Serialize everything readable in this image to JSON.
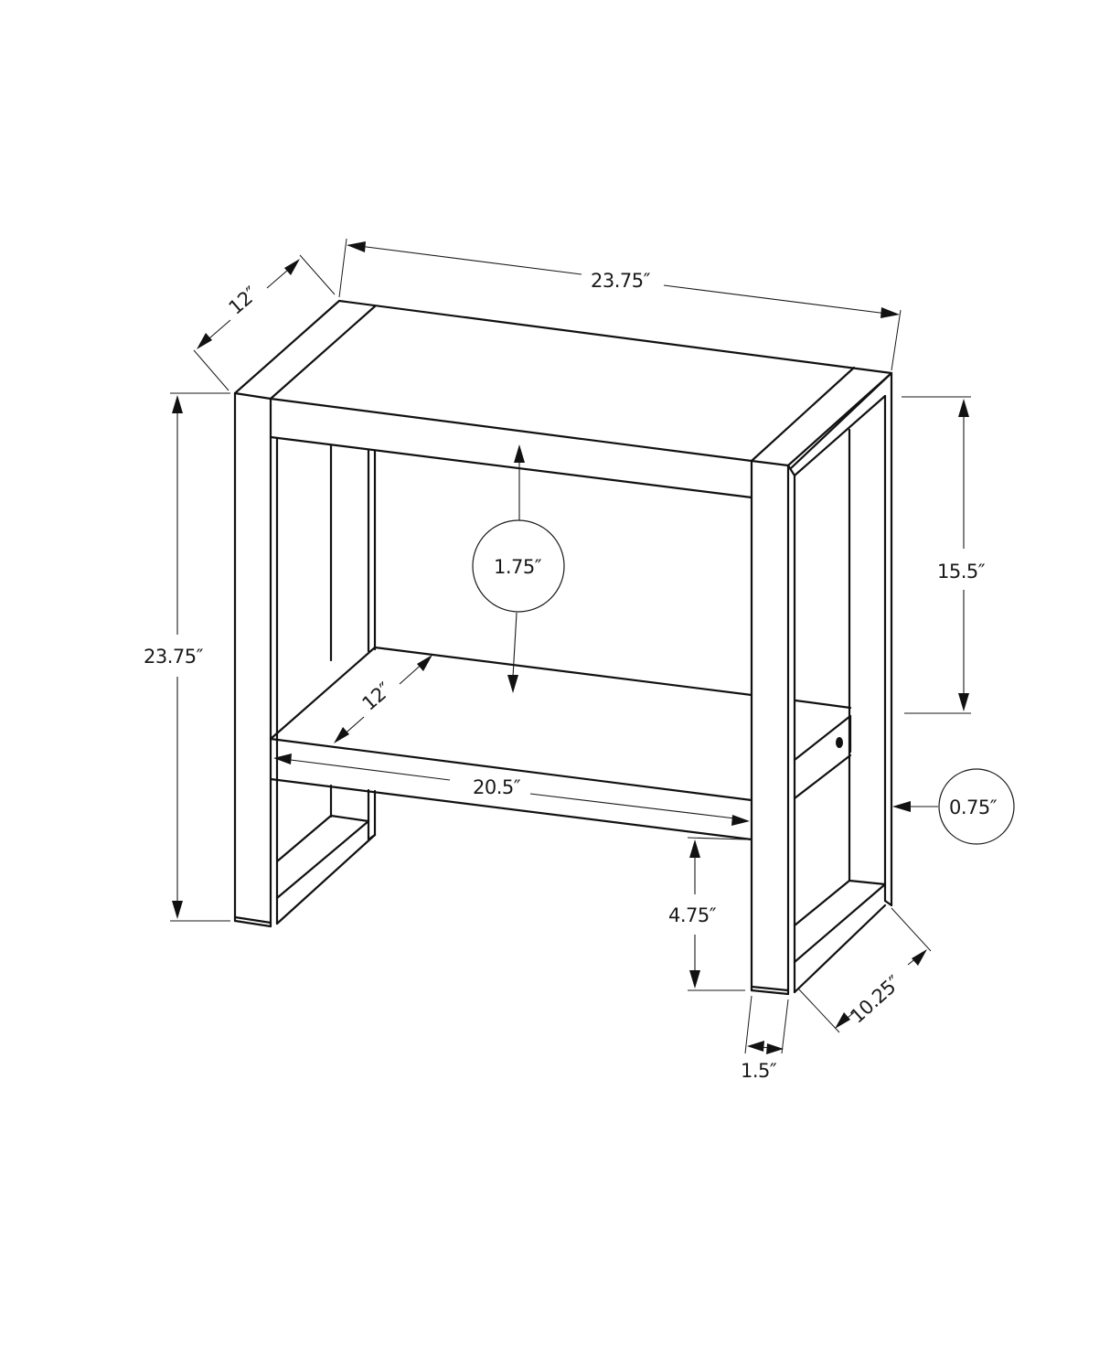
{
  "diagram": {
    "subject": "End table dimension drawing",
    "colors": {
      "line": "#111111",
      "background": "#ffffff"
    },
    "dimensions": {
      "overall_width": "23.75″",
      "overall_depth": "12″",
      "overall_height": "23.75″",
      "top_thickness": "1.75″",
      "shelf_clearance": "15.5″",
      "shelf_depth": "12″",
      "shelf_width": "20.5″",
      "side_panel_thickness": "0.75″",
      "floor_clearance": "4.75″",
      "leg_width": "1.5″",
      "leg_base_depth": "10.25″"
    }
  }
}
